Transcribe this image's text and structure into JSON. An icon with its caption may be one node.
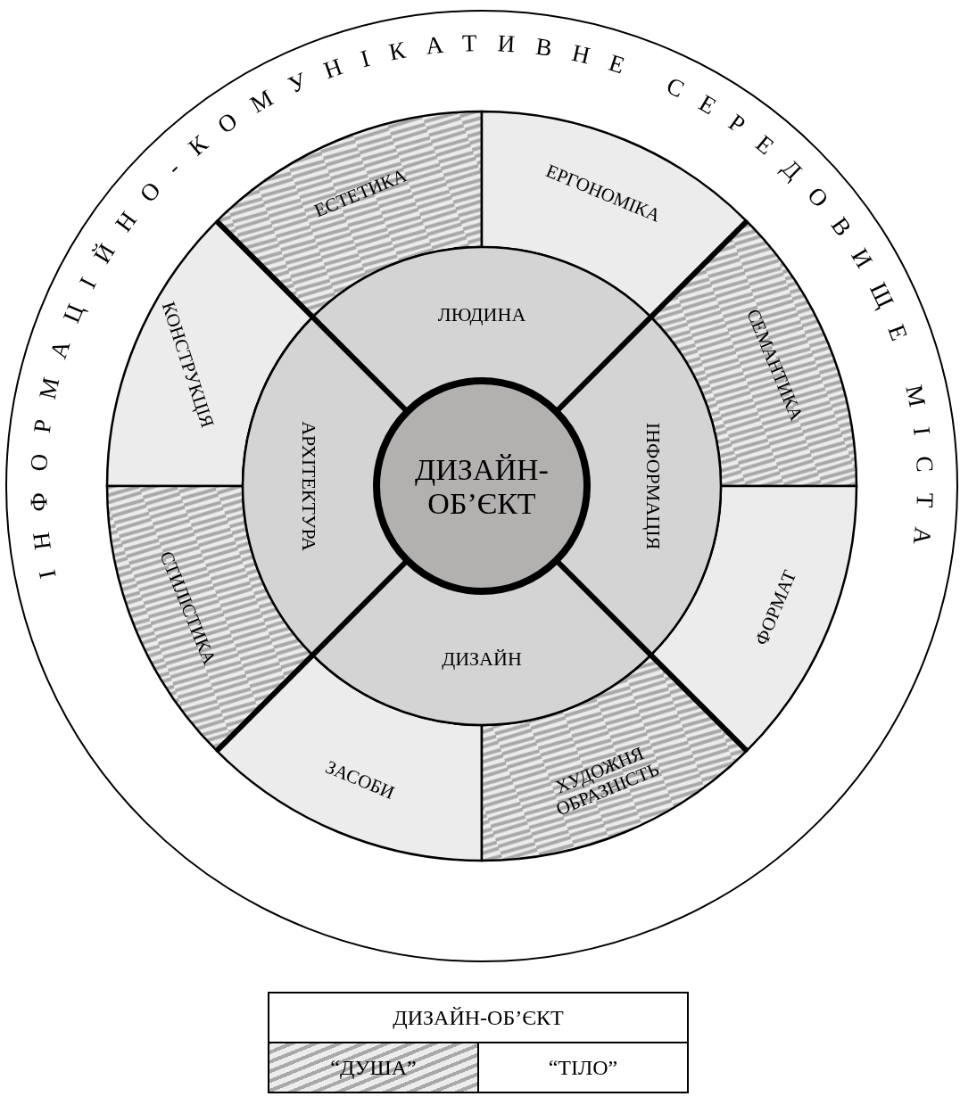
{
  "diagram": {
    "title": "ІНФОРМАЦІЙНО-КОМУНІКАТИВНЕ СЕРЕДОВИЩЕ МІСТА",
    "nodes": [
      {
        "text": [
          "ЕСТЕТИКА"
        ]
      },
      {
        "text": [
          "ЕРГОНОМІКА"
        ]
      },
      {
        "text": [
          "КОНСТРУКЦІЯ"
        ]
      },
      {
        "text": [
          "ЛЮДИНА"
        ]
      },
      {
        "text": [
          "СЕМАНТИКА"
        ]
      },
      {
        "text": [
          "АРХІТЕКТУРА"
        ]
      },
      {
        "text": [
          "ДИЗАЙН- ОБ’ЄКТ"
        ]
      },
      {
        "text": [
          "ІНФОРМАЦІЯ"
        ]
      },
      {
        "text": [
          "СТИЛІСТИКА"
        ]
      },
      {
        "text": [
          "ФОРМАТ"
        ]
      },
      {
        "text": [
          "ДИЗАЙН"
        ]
      },
      {
        "text": [
          "ЗАСОБИ"
        ]
      },
      {
        "text": [
          "ХУДОЖНЯ ОБРАЗНІСТЬ"
        ]
      }
    ],
    "labels": [
      "ДИЗАЙН-ОБ’ЄКТ",
      "“ДУША”",
      "“ТІЛО”"
    ]
  }
}
